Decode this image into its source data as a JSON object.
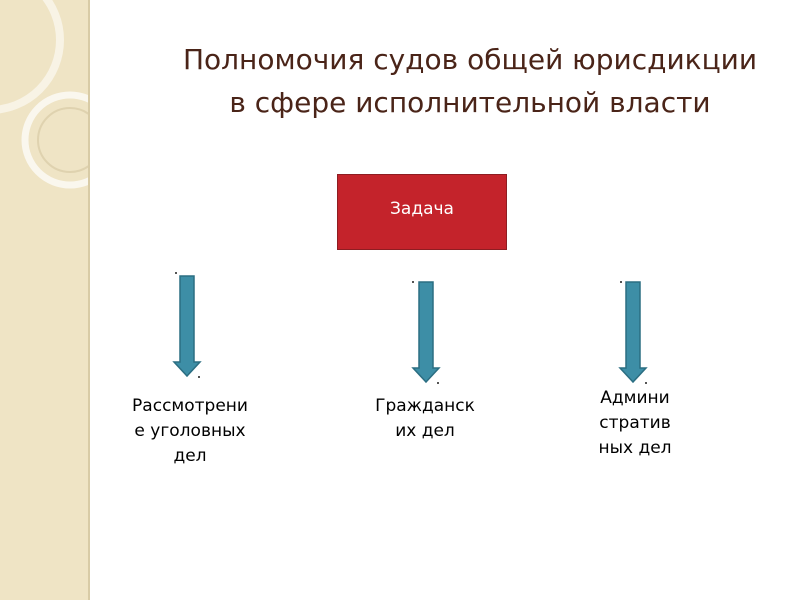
{
  "title": {
    "line1": "Полномочия судов общей юрисдикции",
    "line2": "в сфере исполнительной власти"
  },
  "task_box": {
    "label": "Задача",
    "color": "#c4232b"
  },
  "branches": [
    {
      "lines": [
        "Рассмотрени",
        "е уголовных",
        "дел"
      ]
    },
    {
      "lines": [
        "Гражданск",
        "их дел"
      ]
    },
    {
      "lines": [
        "Админи",
        "стратив",
        "ных дел"
      ]
    }
  ],
  "arrow_color": "#3d8ea6"
}
